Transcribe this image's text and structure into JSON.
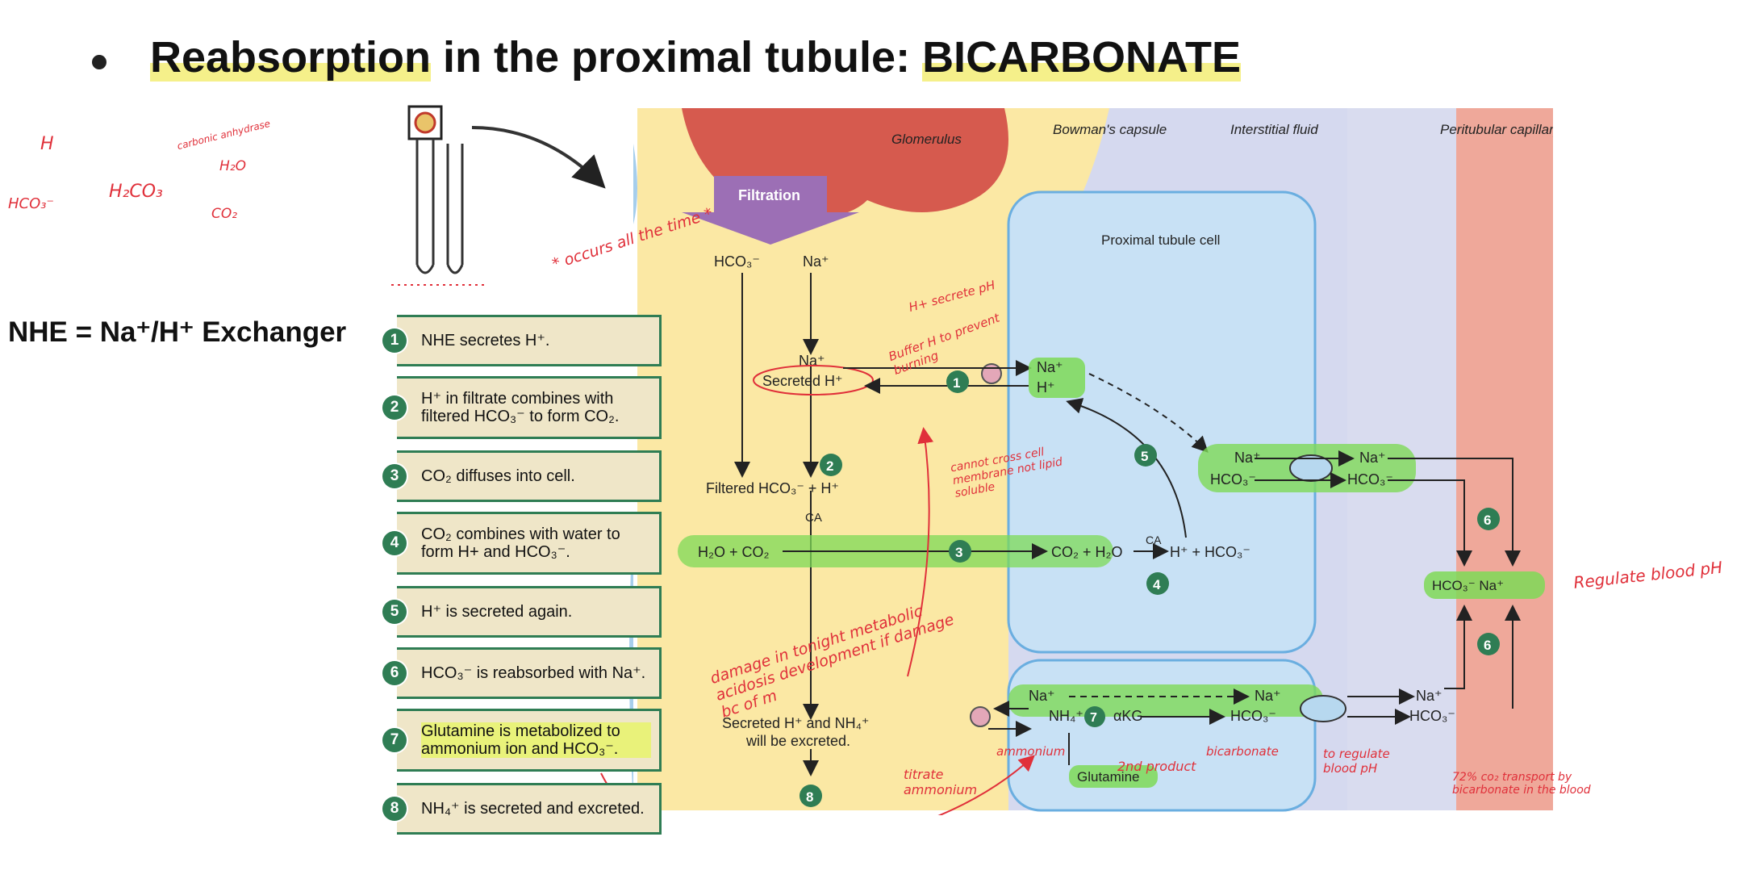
{
  "heading": {
    "part1": "Reabsorption",
    "part2": " in the proximal tubule: ",
    "part3": "BICARBONATE"
  },
  "nhe_definition": "NHE = Na⁺/H⁺ Exchanger",
  "steps": [
    {
      "num": "1",
      "text": "NHE secretes H⁺."
    },
    {
      "num": "2",
      "text": "H⁺ in filtrate combines with filtered HCO₃⁻ to form CO₂."
    },
    {
      "num": "3",
      "text": "CO₂ diffuses into cell."
    },
    {
      "num": "4",
      "text": "CO₂ combines with water to form H+ and HCO₃⁻."
    },
    {
      "num": "5",
      "text": "H⁺ is secreted again."
    },
    {
      "num": "6",
      "text": "HCO₃⁻ is reabsorbed with Na⁺."
    },
    {
      "num": "7",
      "text": "Glutamine is metabolized to ammonium ion and HCO₃⁻."
    },
    {
      "num": "8",
      "text": "NH₄⁺ is secreted and excreted."
    }
  ],
  "diagram": {
    "regions": {
      "glomerulus": "Glomerulus",
      "bowmans_capsule": "Bowman's capsule",
      "interstitial_fluid": "Interstitial fluid",
      "peritubular_capillary": "Peritubular capillary",
      "proximal_tubule_cell": "Proximal tubule cell"
    },
    "filtration": "Filtration",
    "hco3": "HCO₃⁻",
    "na": "Na⁺",
    "h": "H⁺",
    "secreted_h": "Secreted H⁺",
    "filtered_eq": "Filtered HCO₃⁻ + H⁺",
    "ca": "CA",
    "h2o_co2": "H₂O + CO₂",
    "co2_h2o": "CO₂ + H₂O",
    "h_hco3": "H⁺ + HCO₃⁻",
    "hco3_na": "HCO₃⁻  Na⁺",
    "nh4": "NH₄⁺",
    "akg": "αKG",
    "glutamine": "Glutamine",
    "excreted_line1": "Secreted H⁺ and NH₄⁺",
    "excreted_line2": "will be excreted."
  },
  "annotations": {
    "carbonic_anhydrase": "carbonic anhydrase",
    "h2o": "H₂O",
    "co2": "CO₂",
    "h": "H",
    "hco3_left": "HCO₃⁻",
    "h2co3": "H₂CO₃",
    "occurs": "* occurs all the time *",
    "h_secrete": "H+ secrete pH",
    "buffer": "Buffer H to prevent burning",
    "cannot_cross": "cannot cross cell membrane not lipid soluble",
    "damage": "damage in tonight metabolic acidosis development if damage bc of m",
    "ammonium": "ammonium",
    "titrate": "titrate ammonium",
    "second_product": "2nd product",
    "bicarbonate": "bicarbonate",
    "to_regulate": "to regulate blood pH",
    "regulate": "Regulate blood pH",
    "percent": "72% co₂ transport by bicarbonate in the blood"
  },
  "colors": {
    "step_green": "#2f7d54",
    "step_bg": "#efe6c8",
    "highlight_green": "#7ed957",
    "ink_red": "#e0303a",
    "filtration_purple": "#9c6fb5"
  }
}
